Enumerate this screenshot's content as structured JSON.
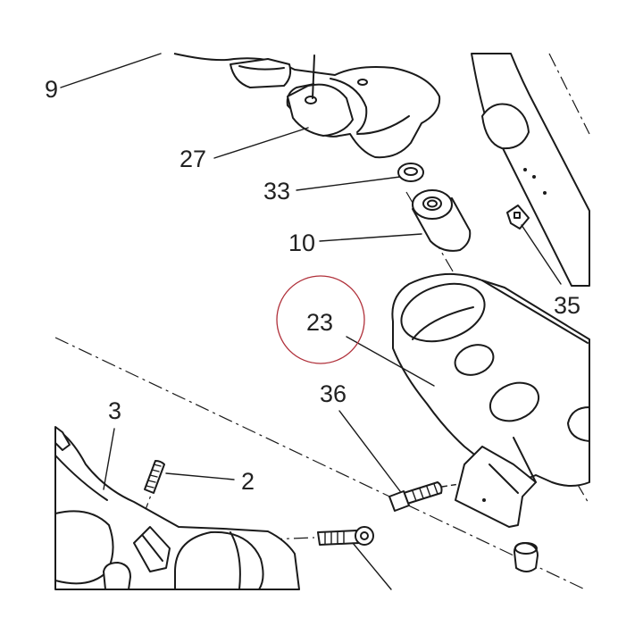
{
  "callouts": {
    "p27": "27",
    "p33": "33",
    "p10": "10",
    "p35": "35",
    "p23": "23",
    "p36": "36",
    "p3": "3",
    "p2": "2",
    "p9_partial": "9"
  },
  "colors": {
    "line": "#1a1a1a",
    "highlight_circle": "#b0303a",
    "background": "#ffffff"
  },
  "highlighted_part": "23"
}
